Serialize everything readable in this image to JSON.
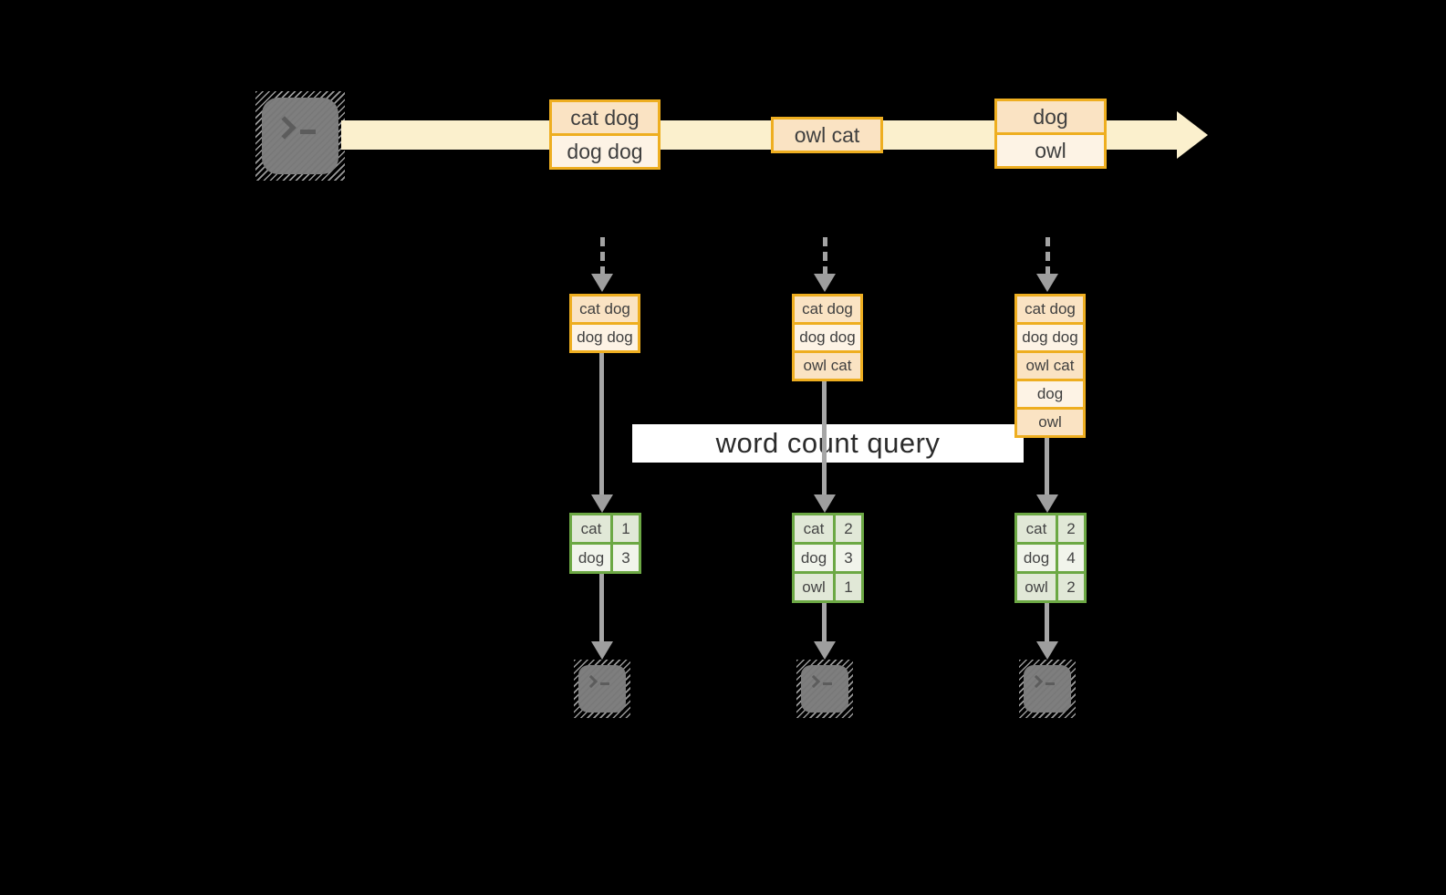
{
  "banner": {
    "label": "word count query"
  },
  "stream": {
    "batches": [
      {
        "rows": [
          "cat dog",
          "dog dog"
        ]
      },
      {
        "rows": [
          "owl cat"
        ]
      },
      {
        "rows": [
          "dog",
          "owl"
        ]
      }
    ]
  },
  "pipelines": [
    {
      "buffer": [
        "cat dog",
        "dog dog"
      ],
      "counts": [
        {
          "word": "cat",
          "count": "1"
        },
        {
          "word": "dog",
          "count": "3"
        }
      ]
    },
    {
      "buffer": [
        "cat dog",
        "dog dog",
        "owl cat"
      ],
      "counts": [
        {
          "word": "cat",
          "count": "2"
        },
        {
          "word": "dog",
          "count": "3"
        },
        {
          "word": "owl",
          "count": "1"
        }
      ]
    },
    {
      "buffer": [
        "cat dog",
        "dog dog",
        "owl cat",
        "dog",
        "owl"
      ],
      "counts": [
        {
          "word": "cat",
          "count": "2"
        },
        {
          "word": "dog",
          "count": "4"
        },
        {
          "word": "owl",
          "count": "2"
        }
      ]
    }
  ],
  "colors": {
    "background": "#000000",
    "stream_arrow": "#fbf0cd",
    "orange_border": "#eeae20",
    "cell_peach_dark": "#fae3c3",
    "cell_peach_light": "#fdf3e5",
    "green_border": "#6ca844",
    "cell_green_dark": "#e1e8d7",
    "cell_green_light": "#f1f4eb",
    "connector_gray": "#a3a3a3",
    "terminal_gray": "#7e7e7e",
    "banner_bg": "#ffffff"
  }
}
